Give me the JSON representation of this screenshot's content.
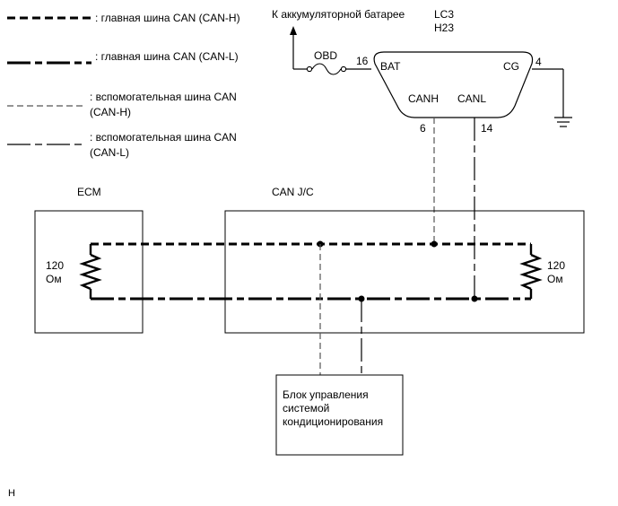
{
  "legend": {
    "main_h": ": главная шина CAN (CAN-H)",
    "main_l": ": главная шина CAN (CAN-L)",
    "sub_h_1": ": вспомогательная шина CAN",
    "sub_h_2": "(CAN-H)",
    "sub_l_1": ": вспомогательная шина CAN",
    "sub_l_2": "(CAN-L)"
  },
  "battery_label": "К аккумуляторной батарее",
  "connector": {
    "code_1": "LC3",
    "code_2": "H23",
    "fuse": "OBD",
    "pin_bat_num": "16",
    "pin_bat": "BAT",
    "pin_cg": "CG",
    "pin_cg_num": "4",
    "pin_canh": "CANH",
    "pin_canl": "CANL",
    "pin_canh_num": "6",
    "pin_canl_num": "14"
  },
  "ecm": {
    "title": "ECM",
    "res_value": "120",
    "res_unit": "Ом"
  },
  "jc": {
    "title": "CAN J/C",
    "res_value": "120",
    "res_unit": "Ом"
  },
  "ac_unit": {
    "line1": "Блок управления",
    "line2": "системой",
    "line3": "кондиционирования"
  },
  "footer": "H"
}
